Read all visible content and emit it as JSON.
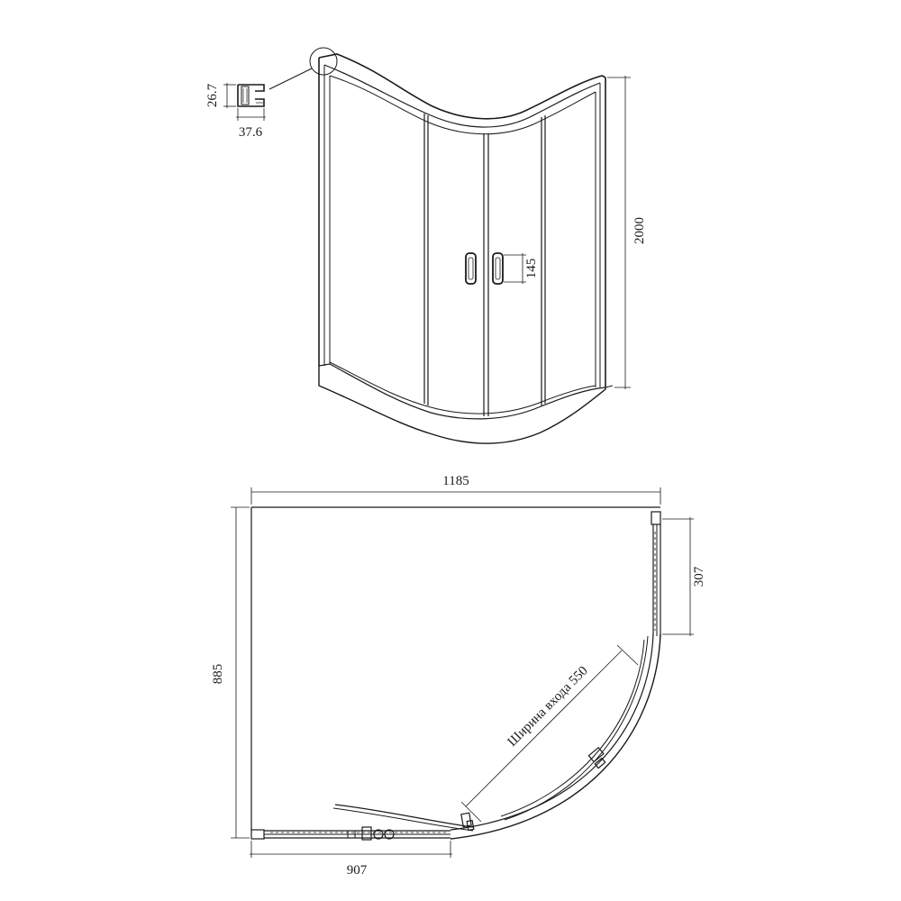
{
  "profile": {
    "height": "26.7",
    "width": "37.6"
  },
  "elevation": {
    "height": "2000",
    "handle": "145"
  },
  "plan": {
    "width": "1185",
    "depth": "885",
    "side_panel": "307",
    "front_panel": "907",
    "entrance": "Ширина входа 550"
  }
}
